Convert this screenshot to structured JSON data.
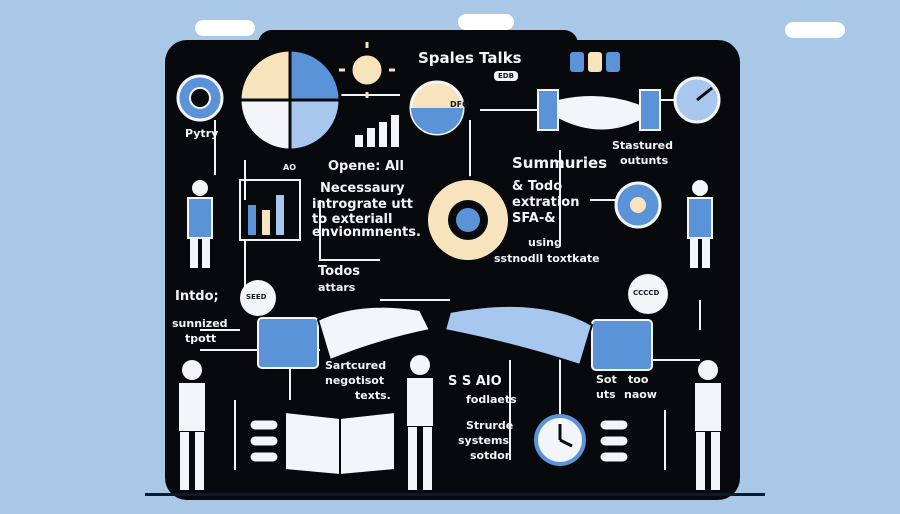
{
  "labels": {
    "title": "Spales Talks",
    "pytry": "Pytry",
    "ao": "AO",
    "opene": "Opene: All",
    "necessary": "Necessaury",
    "integrate": "intrograte utt",
    "external": "to exteriall",
    "environments": "envionmnents.",
    "summaries": "Summuries",
    "todo_extraction": "& Todo",
    "extraction": "extration",
    "sfa": "SFA-&",
    "using": "using",
    "textkate": "sstnodll toxtkate",
    "structured": "Stastured",
    "outputs": "outunts",
    "todos": "Todos",
    "attars": "attars",
    "intdo": "Intdo;",
    "sunnized": "sunnized",
    "tpott": "tpott",
    "sartcured": "Sartcured",
    "negotisot": "negotisot",
    "texts": "texts.",
    "aio": "S S AIO",
    "fodlaets": "fodlaets",
    "strurde": "Strurde",
    "systems": "systems",
    "sotdor": "sotdor",
    "sot": "Sot",
    "uts": "uts",
    "too": "too",
    "naow": "naow",
    "dfo": "DFO",
    "tag_top": "EDB",
    "tag_left": "SEED",
    "tag_right": "CCCCD"
  },
  "colors": {
    "sky": "#a9c8e8",
    "board": "#07090d",
    "accent_blue": "#5b93d9",
    "light_blue": "#a7c7ee",
    "cream": "#f7e3bc",
    "white": "#f3f5f8"
  },
  "icons": [
    "pie-chart-icon",
    "target-icon",
    "sun-icon",
    "people-group-icon",
    "handshake-icon",
    "dial-icon",
    "bar-chart-icon",
    "gear-icon",
    "robot-hand-icon",
    "book-icon",
    "clock-icon",
    "person-icon"
  ]
}
